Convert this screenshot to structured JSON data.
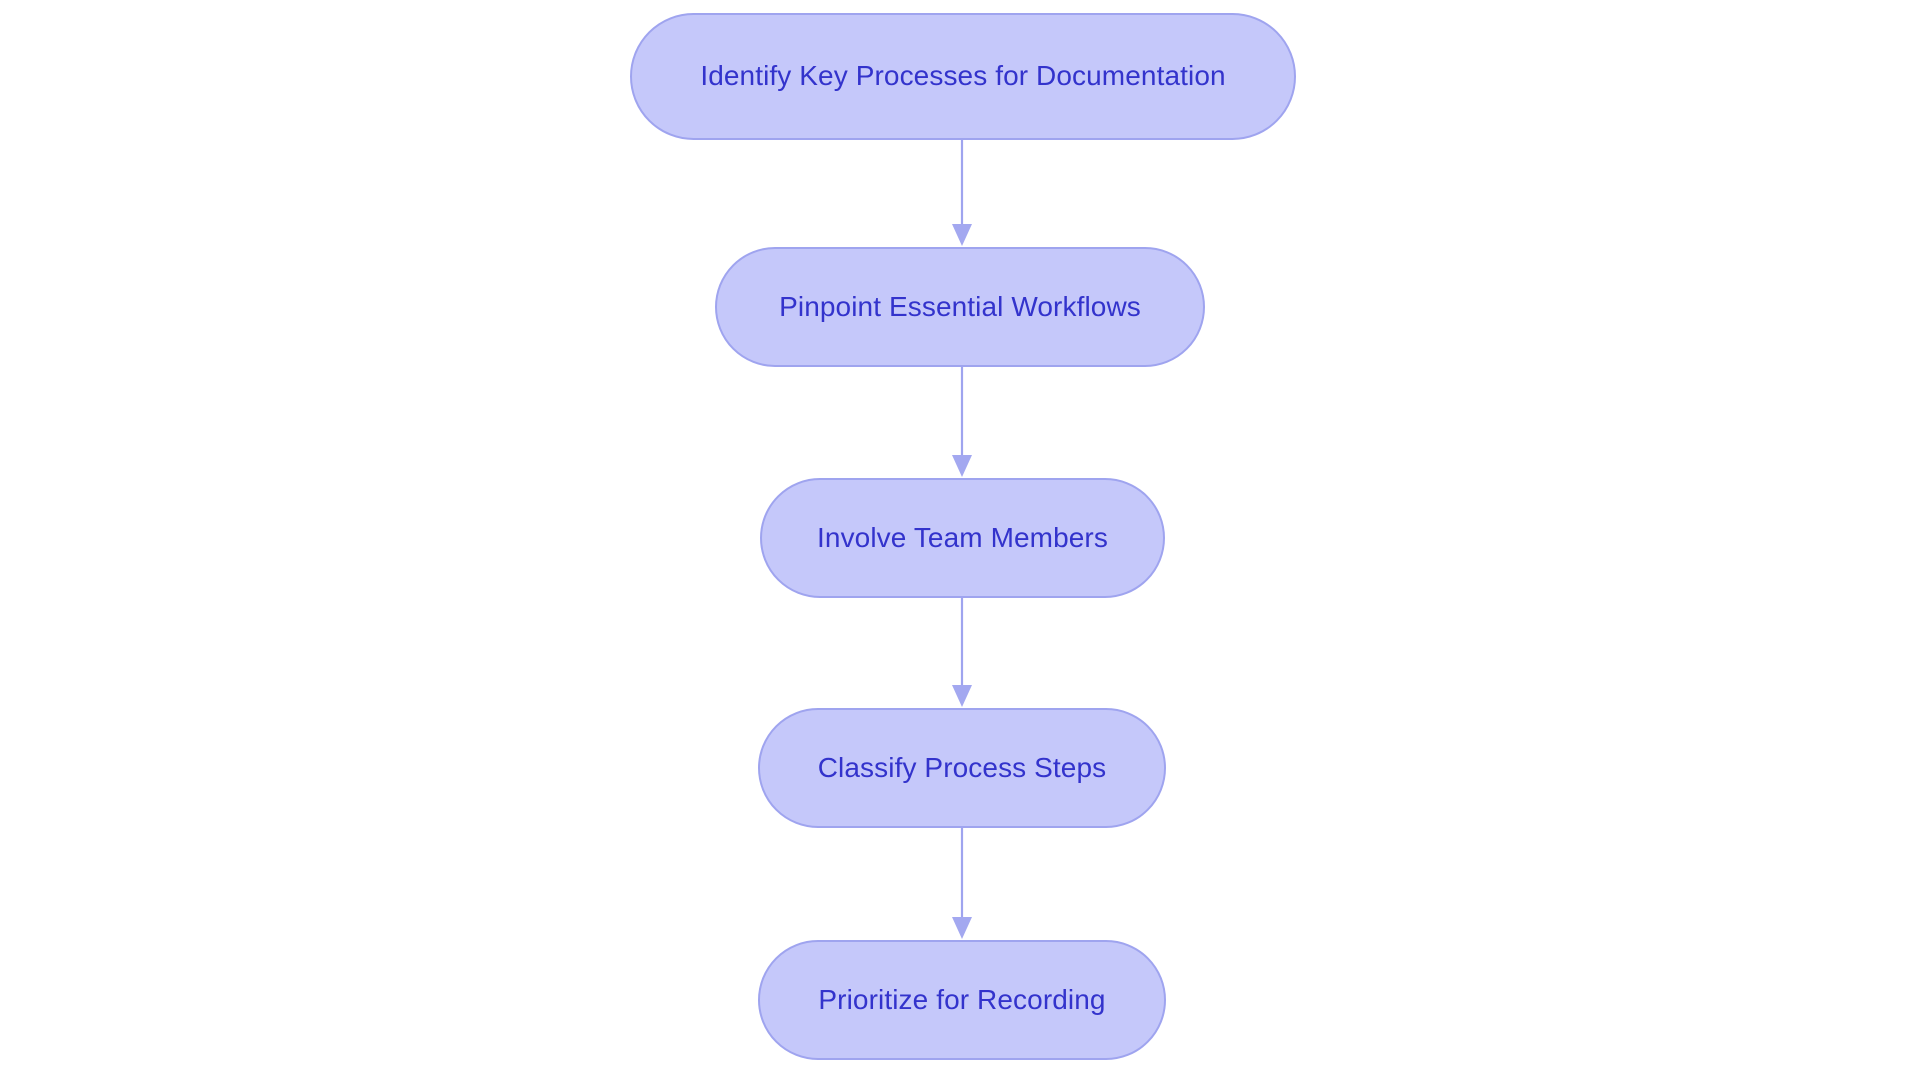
{
  "diagram": {
    "type": "flowchart",
    "orientation": "top-to-bottom",
    "background_color": "#ffffff",
    "node_fill_color": "#c5c8fa",
    "node_border_color": "#9fa4ef",
    "node_text_color": "#3333cc",
    "edge_color": "#9fa4ef",
    "arrowhead_color": "#a3a8f0",
    "node_shape": "rounded-pill",
    "nodes": [
      {
        "id": "n0",
        "label": "Identify Key Processes for Documentation"
      },
      {
        "id": "n1",
        "label": "Pinpoint Essential Workflows"
      },
      {
        "id": "n2",
        "label": "Involve Team Members"
      },
      {
        "id": "n3",
        "label": "Classify Process Steps"
      },
      {
        "id": "n4",
        "label": "Prioritize for Recording"
      }
    ],
    "edges": [
      {
        "from": "n0",
        "to": "n1",
        "label": "",
        "arrow": "single"
      },
      {
        "from": "n1",
        "to": "n2",
        "label": "",
        "arrow": "single"
      },
      {
        "from": "n2",
        "to": "n3",
        "label": "",
        "arrow": "single"
      },
      {
        "from": "n3",
        "to": "n4",
        "label": "",
        "arrow": "single"
      }
    ]
  }
}
